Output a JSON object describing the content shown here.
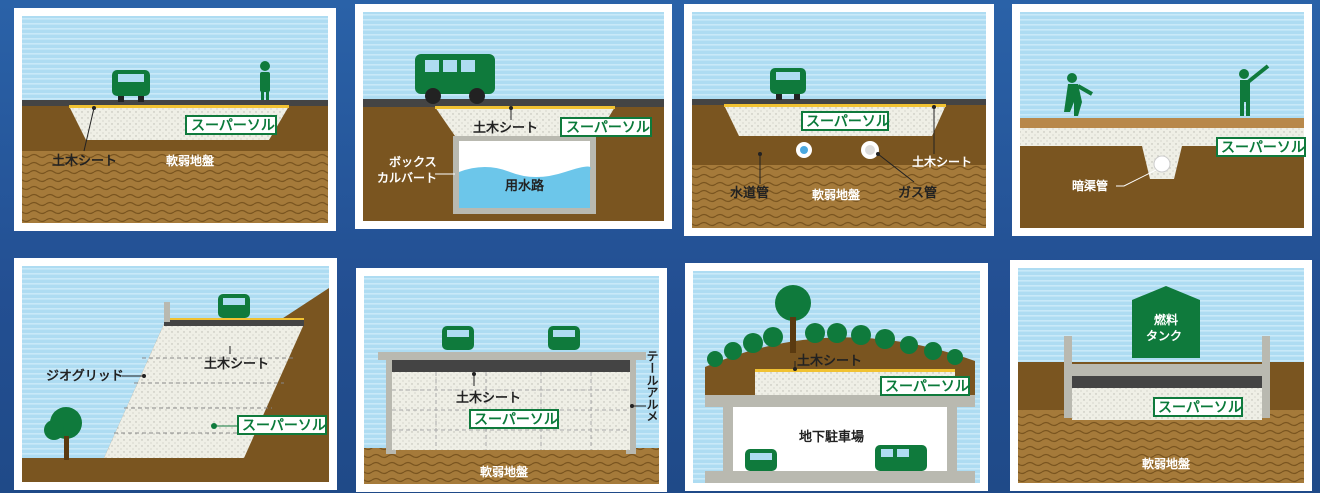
{
  "labels": {
    "super_soil": "スーパーソル",
    "geotextile": "土木シート",
    "soft_ground": "軟弱地盤",
    "box_culvert_1": "ボックス",
    "box_culvert_2": "カルバート",
    "irrigation_channel": "用水路",
    "water_pipe": "水道管",
    "gas_pipe": "ガス管",
    "drain_pipe": "暗渠管",
    "geogrid": "ジオグリッド",
    "tail_alarme": "テールアルメ",
    "underground_parking": "地下駐車場",
    "fuel_tank_1": "燃料",
    "fuel_tank_2": "タンク"
  },
  "colors": {
    "sky": "#aedcf2",
    "soil": "#7a5520",
    "soil_light": "#b88a45",
    "fill": "#efefe6",
    "green": "#0f7a3c",
    "road": "#444444",
    "yellow": "#f1c232"
  }
}
